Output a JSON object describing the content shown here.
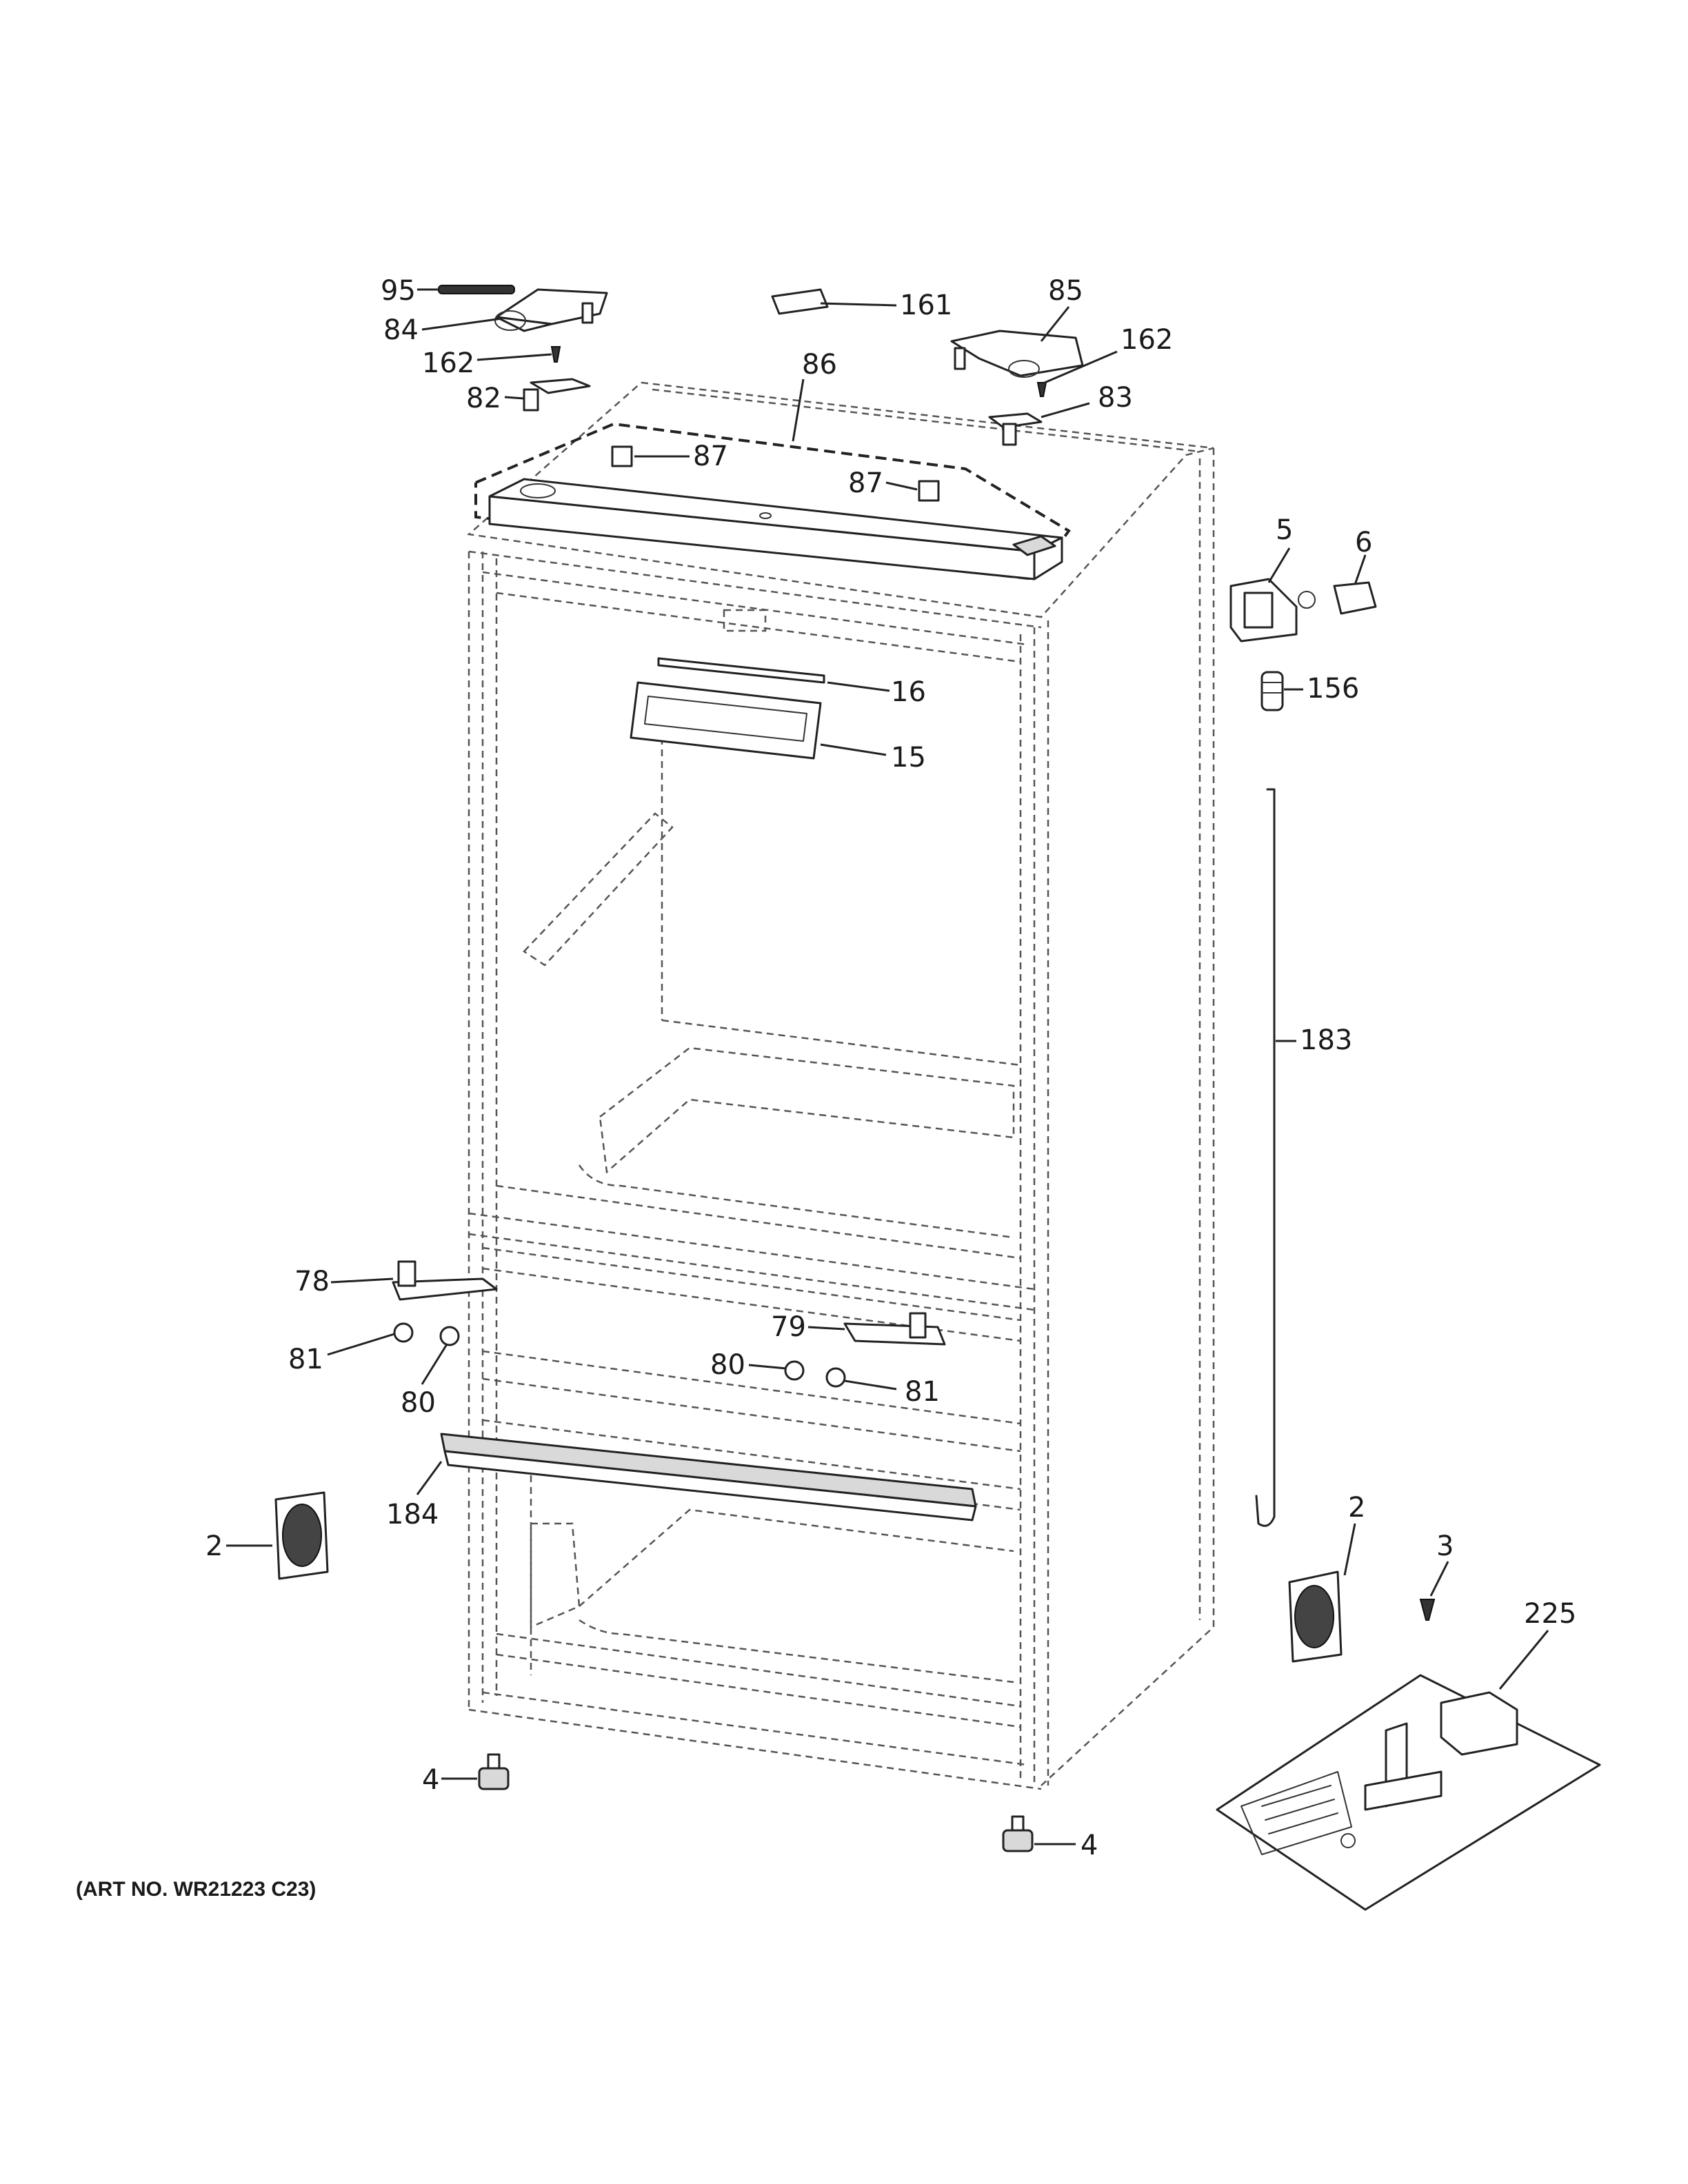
{
  "labels": {
    "l95": "95",
    "l84": "84",
    "l162a": "162",
    "l82": "82",
    "l161": "161",
    "l86": "86",
    "l87a": "87",
    "l87b": "87",
    "l85": "85",
    "l162b": "162",
    "l83": "83",
    "l5": "5",
    "l6": "6",
    "l156": "156",
    "l16": "16",
    "l15": "15",
    "l183": "183",
    "l78": "78",
    "l81a": "81",
    "l80a": "80",
    "l79": "79",
    "l80b": "80",
    "l81b": "81",
    "l184": "184",
    "l2a": "2",
    "l2b": "2",
    "l3": "3",
    "l225": "225",
    "l4a": "4",
    "l4b": "4"
  },
  "art_number": "(ART NO. WR21223 C23)"
}
